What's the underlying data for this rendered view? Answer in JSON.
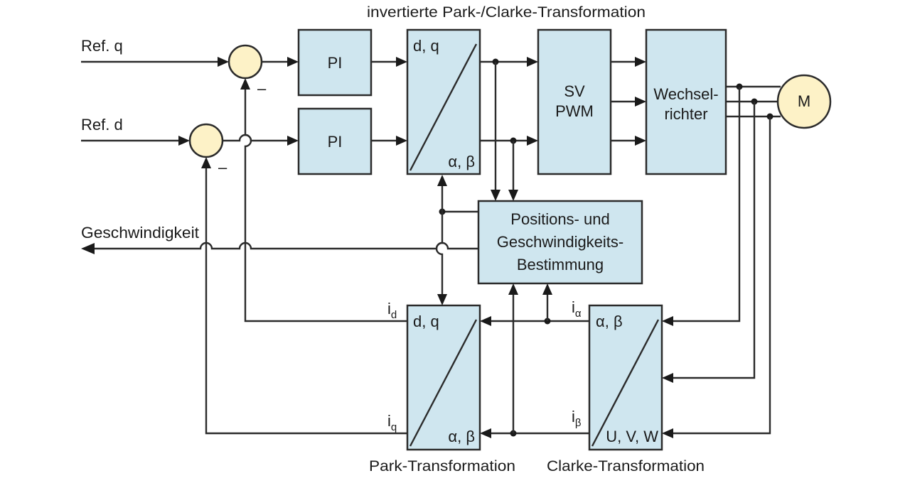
{
  "labels": {
    "top_caption": "invertierte Park-/Clarke-Transformation",
    "ref_q": "Ref. q",
    "ref_d": "Ref. d",
    "speed_out": "Geschwindigkeit",
    "park_caption": "Park-Transformation",
    "clarke_caption": "Clarke-Transformation",
    "minus_q": "–",
    "minus_d": "–"
  },
  "blocks": {
    "pi_q": "PI",
    "pi_d": "PI",
    "inv_park_top": "d, q",
    "inv_park_bottom": "α, β",
    "svpwm_line1": "SV",
    "svpwm_line2": "PWM",
    "inverter_line1": "Wechsel-",
    "inverter_line2": "richter",
    "motor": "M",
    "estimator_line1": "Positions- und",
    "estimator_line2": "Geschwindigkeits-",
    "estimator_line3": "Bestimmung",
    "park_top": "d, q",
    "park_bottom": "α, β",
    "clarke_top": "α, β",
    "clarke_bottom": "U, V, W"
  },
  "signals": {
    "id_main": "i",
    "id_sub": "d",
    "iq_main": "i",
    "iq_sub": "q",
    "ialpha_main": "i",
    "ialpha_sub": "α",
    "ibeta_main": "i",
    "ibeta_sub": "β"
  }
}
